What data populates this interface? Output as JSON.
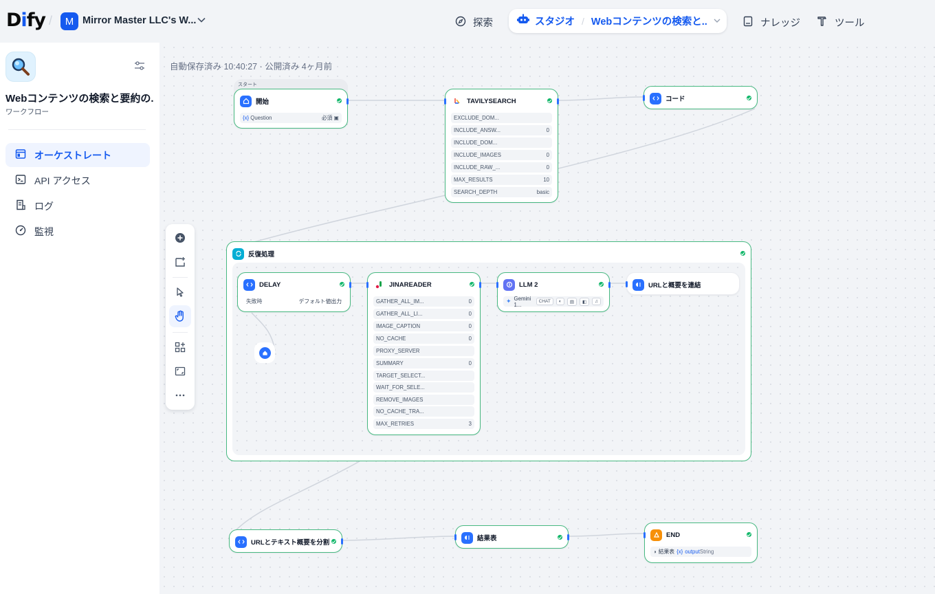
{
  "header": {
    "logo_prefix": "D",
    "logo_i": "i",
    "logo_suffix": "fy",
    "workspace_initial": "M",
    "workspace_name": "Mirror Master LLC's W...",
    "nav_explore": "探索",
    "nav_studio": "スタジオ",
    "current_app": "Webコンテンツの検索と...",
    "nav_knowledge": "ナレッジ",
    "nav_tools": "ツール"
  },
  "sidebar": {
    "app_title": "Webコンテンツの検索と要約の...",
    "app_mode": "ワークフロー",
    "items": [
      {
        "label": "オーケストレート",
        "icon": "window-icon"
      },
      {
        "label": "API アクセス",
        "icon": "terminal-icon"
      },
      {
        "label": "ログ",
        "icon": "file-list-icon"
      },
      {
        "label": "監視",
        "icon": "gauge-icon"
      }
    ]
  },
  "canvas": {
    "save_status": "自動保存済み 10:40:27 · 公開済み 4ヶ月前"
  },
  "nodes": {
    "start_tag": "スタート",
    "start": {
      "title": "開始",
      "var_name": "Question",
      "required": "必須"
    },
    "tavily": {
      "title": "TAVILYSEARCH",
      "rows": [
        {
          "k": "EXCLUDE_DOM...",
          "v": ""
        },
        {
          "k": "INCLUDE_ANSW...",
          "v": "0"
        },
        {
          "k": "INCLUDE_DOM...",
          "v": ""
        },
        {
          "k": "INCLUDE_IMAGES",
          "v": "0"
        },
        {
          "k": "INCLUDE_RAW_...",
          "v": "0"
        },
        {
          "k": "MAX_RESULTS",
          "v": "10"
        },
        {
          "k": "SEARCH_DEPTH",
          "v": "basic"
        }
      ]
    },
    "code": {
      "title": "コード"
    },
    "iteration": {
      "title": "反復処理"
    },
    "delay": {
      "title": "DELAY",
      "row_key": "失敗時",
      "row_val": "デフォルト値出力"
    },
    "jina": {
      "title": "JINAREADER",
      "rows": [
        {
          "k": "GATHER_ALL_IM...",
          "v": "0"
        },
        {
          "k": "GATHER_ALL_LI...",
          "v": "0"
        },
        {
          "k": "IMAGE_CAPTION",
          "v": "0"
        },
        {
          "k": "NO_CACHE",
          "v": "0"
        },
        {
          "k": "PROXY_SERVER",
          "v": ""
        },
        {
          "k": "SUMMARY",
          "v": "0"
        },
        {
          "k": "TARGET_SELECT...",
          "v": ""
        },
        {
          "k": "WAIT_FOR_SELE...",
          "v": ""
        },
        {
          "k": "REMOVE_IMAGES",
          "v": ""
        },
        {
          "k": "NO_CACHE_TRA...",
          "v": ""
        },
        {
          "k": "MAX_RETRIES",
          "v": "3"
        }
      ]
    },
    "llm": {
      "title": "LLM 2",
      "model": "Gemini 1...",
      "mode": "CHAT"
    },
    "concat": {
      "title": "URLと概要を連結"
    },
    "split": {
      "title": "URLとテキスト概要を分割"
    },
    "result": {
      "title": "結果表"
    },
    "end": {
      "title": "END",
      "var_source": "結果表",
      "var_name": "output",
      "var_type": "String"
    }
  }
}
